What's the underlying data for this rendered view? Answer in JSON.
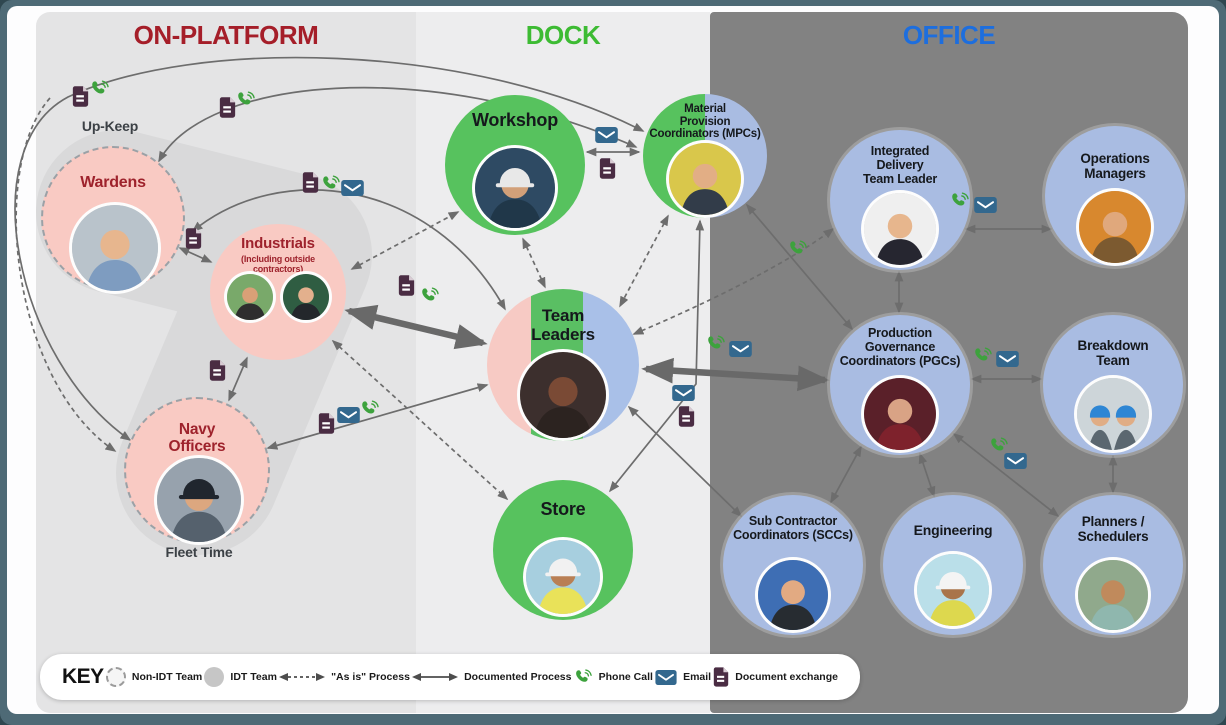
{
  "zones": {
    "on_platform": {
      "label": "ON-PLATFORM",
      "header_color": "#a51e29"
    },
    "dock": {
      "label": "DOCK",
      "header_color": "#3dbb33"
    },
    "office": {
      "label": "OFFICE",
      "header_color": "#1d6ede"
    }
  },
  "annotations": {
    "up_keep": "Up-Keep",
    "fleet_time": "Fleet Time"
  },
  "nodes": {
    "wardens": {
      "label": "Wardens"
    },
    "industrials": {
      "label": "Industrials",
      "sublabel": "(Including outside\ncontractors)"
    },
    "navy_officers": {
      "label": "Navy\nOfficers"
    },
    "workshop": {
      "label": "Workshop"
    },
    "team_leaders": {
      "label": "Team\nLeaders"
    },
    "store": {
      "label": "Store"
    },
    "mpcs": {
      "label": "Material\nProvision\nCoordinators (MPCs)"
    },
    "idt_leader": {
      "label": "Integrated\nDelivery\nTeam Leader"
    },
    "operations_managers": {
      "label": "Operations\nManagers"
    },
    "pgcs": {
      "label": "Production\nGovernance\nCoordinators (PGCs)"
    },
    "breakdown_team": {
      "label": "Breakdown\nTeam"
    },
    "sccs": {
      "label": "Sub Contractor\nCoordinators (SCCs)"
    },
    "engineering": {
      "label": "Engineering"
    },
    "planners": {
      "label": "Planners /\nSchedulers"
    }
  },
  "key": {
    "title": "KEY",
    "items": [
      {
        "icon": "dashed-circle",
        "label": "Non-IDT Team"
      },
      {
        "icon": "solid-circle",
        "label": "IDT Team"
      },
      {
        "icon": "dashed-arrow",
        "label": "\"As is\" Process"
      },
      {
        "icon": "solid-arrow",
        "label": "Documented Process"
      },
      {
        "icon": "phone",
        "label": "Phone Call"
      },
      {
        "icon": "email",
        "label": "Email"
      },
      {
        "icon": "document",
        "label": "Document exchange"
      }
    ]
  },
  "colors": {
    "non_idt_fill": "#f9cac3",
    "idt_dock_fill": "#57c25e",
    "idt_office_fill": "#a9bce2",
    "phone_icon": "#3da23d",
    "email_icon": "#33688e",
    "document_icon": "#4a2c43",
    "arrow": "#6d6d6d"
  }
}
